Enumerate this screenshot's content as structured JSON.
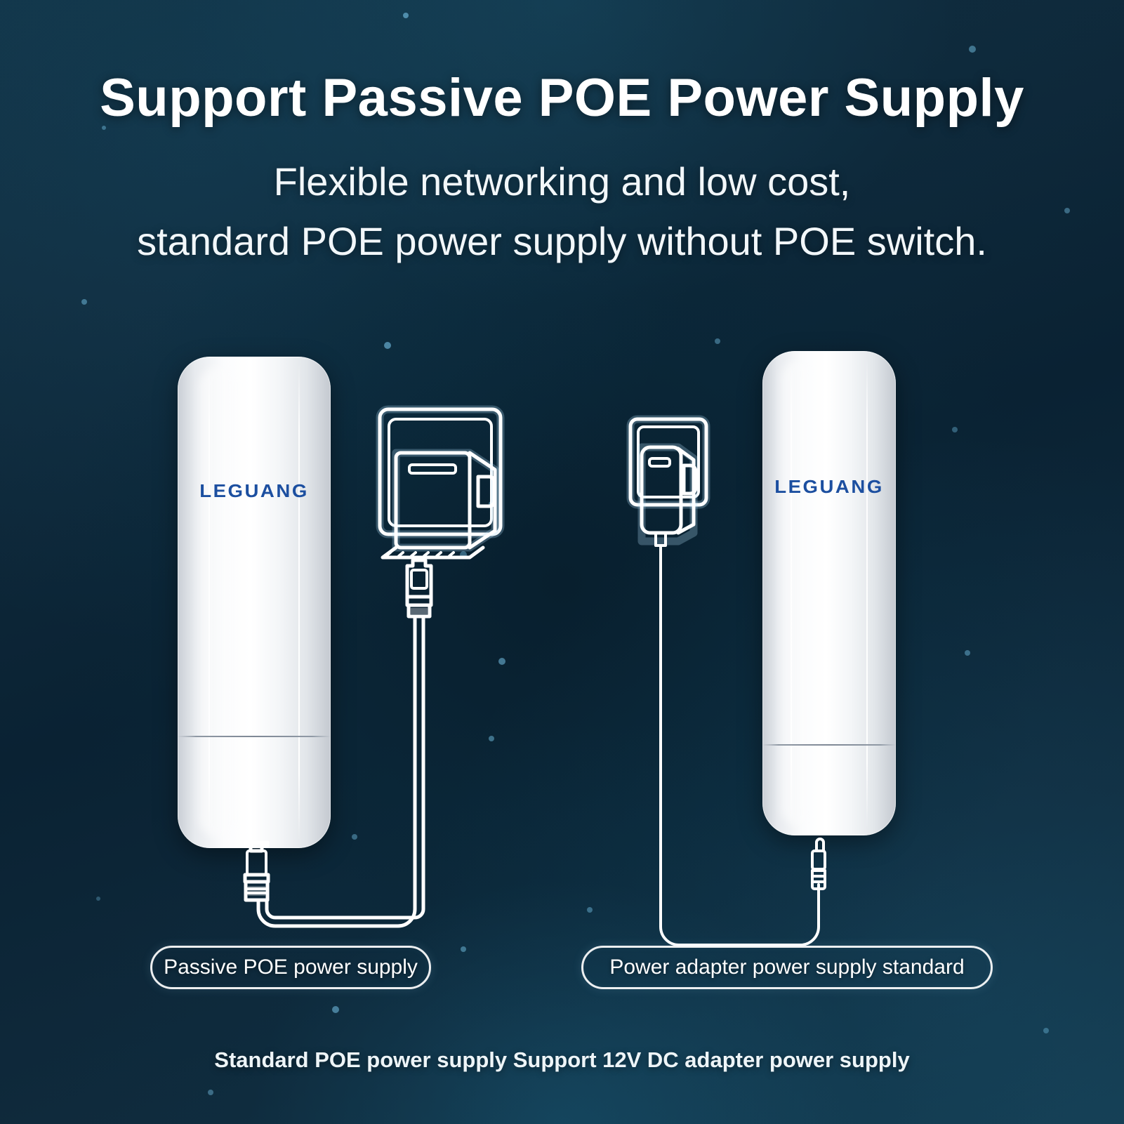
{
  "header": {
    "title": "Support Passive POE Power Supply",
    "subtitle_line1": "Flexible networking and low cost,",
    "subtitle_line2": "standard POE power supply without POE switch."
  },
  "devices": {
    "left": {
      "brand": "LEGUANG",
      "name": "cpe-outdoor-access-point"
    },
    "right": {
      "brand": "LEGUANG",
      "name": "cpe-outdoor-access-point"
    }
  },
  "labels": {
    "left_pill": "Passive POE power supply",
    "right_pill": "Power adapter power supply standard"
  },
  "footer": {
    "caption": "Standard POE power supply Support 12V DC adapter power supply"
  },
  "icons": {
    "poe_injector": "poe-injector-icon",
    "wall_socket": "wall-socket-icon",
    "rj45_connector": "rj45-connector-icon",
    "dc_barrel_connector": "dc-barrel-connector-icon",
    "power_adapter": "power-adapter-icon",
    "ethernet_cable": "ethernet-cable-icon",
    "dc_cable": "dc-cable-icon"
  },
  "colors": {
    "background_dark": "#0a2233",
    "background_edge": "#143a4e",
    "brand_blue": "#1c4fa0",
    "line_art": "#ffffff",
    "text": "#ffffff",
    "spark": "#7fd0f5"
  }
}
